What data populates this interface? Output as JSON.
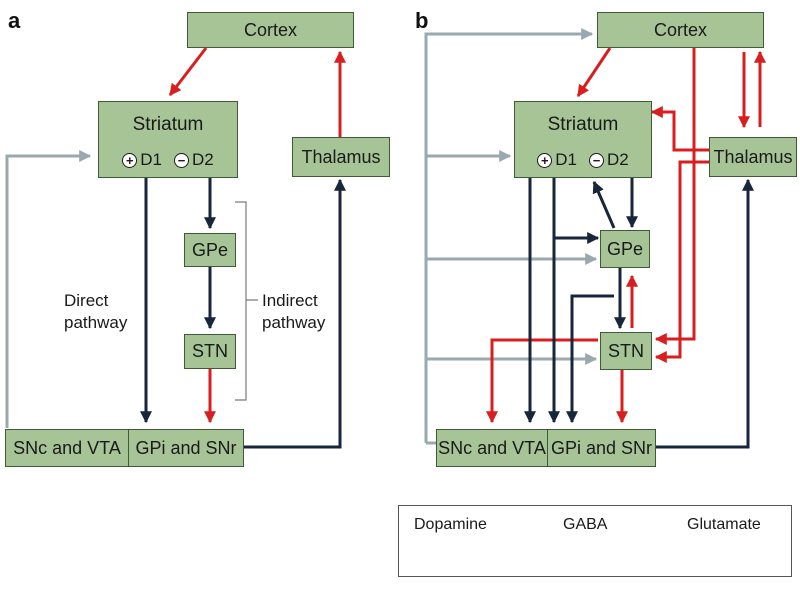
{
  "panel_a": {
    "label": "a",
    "cortex": "Cortex",
    "striatum": "Striatum",
    "d1_sign": "+",
    "d1": "D1",
    "d2_sign": "−",
    "d2": "D2",
    "thalamus": "Thalamus",
    "gpe": "GPe",
    "stn": "STN",
    "snc_vta": "SNc and VTA",
    "gpi_snr": "GPi and SNr",
    "direct_line1": "Direct",
    "direct_line2": "pathway",
    "indirect_line1": "Indirect",
    "indirect_line2": "pathway"
  },
  "panel_b": {
    "label": "b",
    "cortex": "Cortex",
    "striatum": "Striatum",
    "d1_sign": "+",
    "d1": "D1",
    "d2_sign": "−",
    "d2": "D2",
    "thalamus": "Thalamus",
    "gpe": "GPe",
    "stn": "STN",
    "snc_vta": "SNc and VTA",
    "gpi_snr": "GPi and SNr"
  },
  "legend": {
    "dopamine": "Dopamine",
    "gaba": "GABA",
    "glutamate": "Glutamate"
  },
  "colors": {
    "dopamine": "#9aa9b0",
    "gaba": "#17263a",
    "glutamate": "#d81e1e",
    "box_fill": "#a7c497",
    "box_border": "#3f5a36"
  }
}
